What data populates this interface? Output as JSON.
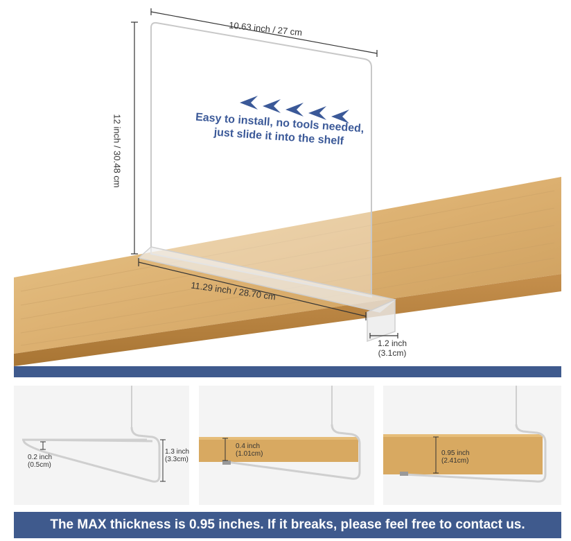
{
  "hero": {
    "width_label": "10.63 inch / 27 cm",
    "height_label": "12 inch / 30.48 cm",
    "base_label": "11.29 inch / 28.70 cm",
    "base_height_label_line1": "1.2 inch",
    "base_height_label_line2": "(3.1cm)",
    "slogan_line1": "Easy to install, no tools needed,",
    "slogan_line2": "just slide it into the shelf",
    "arrow_count": 5,
    "accent_color": "#3f5a8d",
    "arrow_color": "#3b5998"
  },
  "panels": [
    {
      "gap_label_line1": "0.2 inch",
      "gap_label_line2": "(0.5cm)",
      "depth_label_line1": "1.3 inch",
      "depth_label_line2": "(3.3cm)"
    },
    {
      "thickness_label_line1": "0.4 inch",
      "thickness_label_line2": "(1.01cm)"
    },
    {
      "thickness_label_line1": "0.95 inch",
      "thickness_label_line2": "(2.41cm)"
    }
  ],
  "footer": {
    "text": "The MAX thickness is 0.95 inches. If it breaks, please feel free to contact us."
  }
}
